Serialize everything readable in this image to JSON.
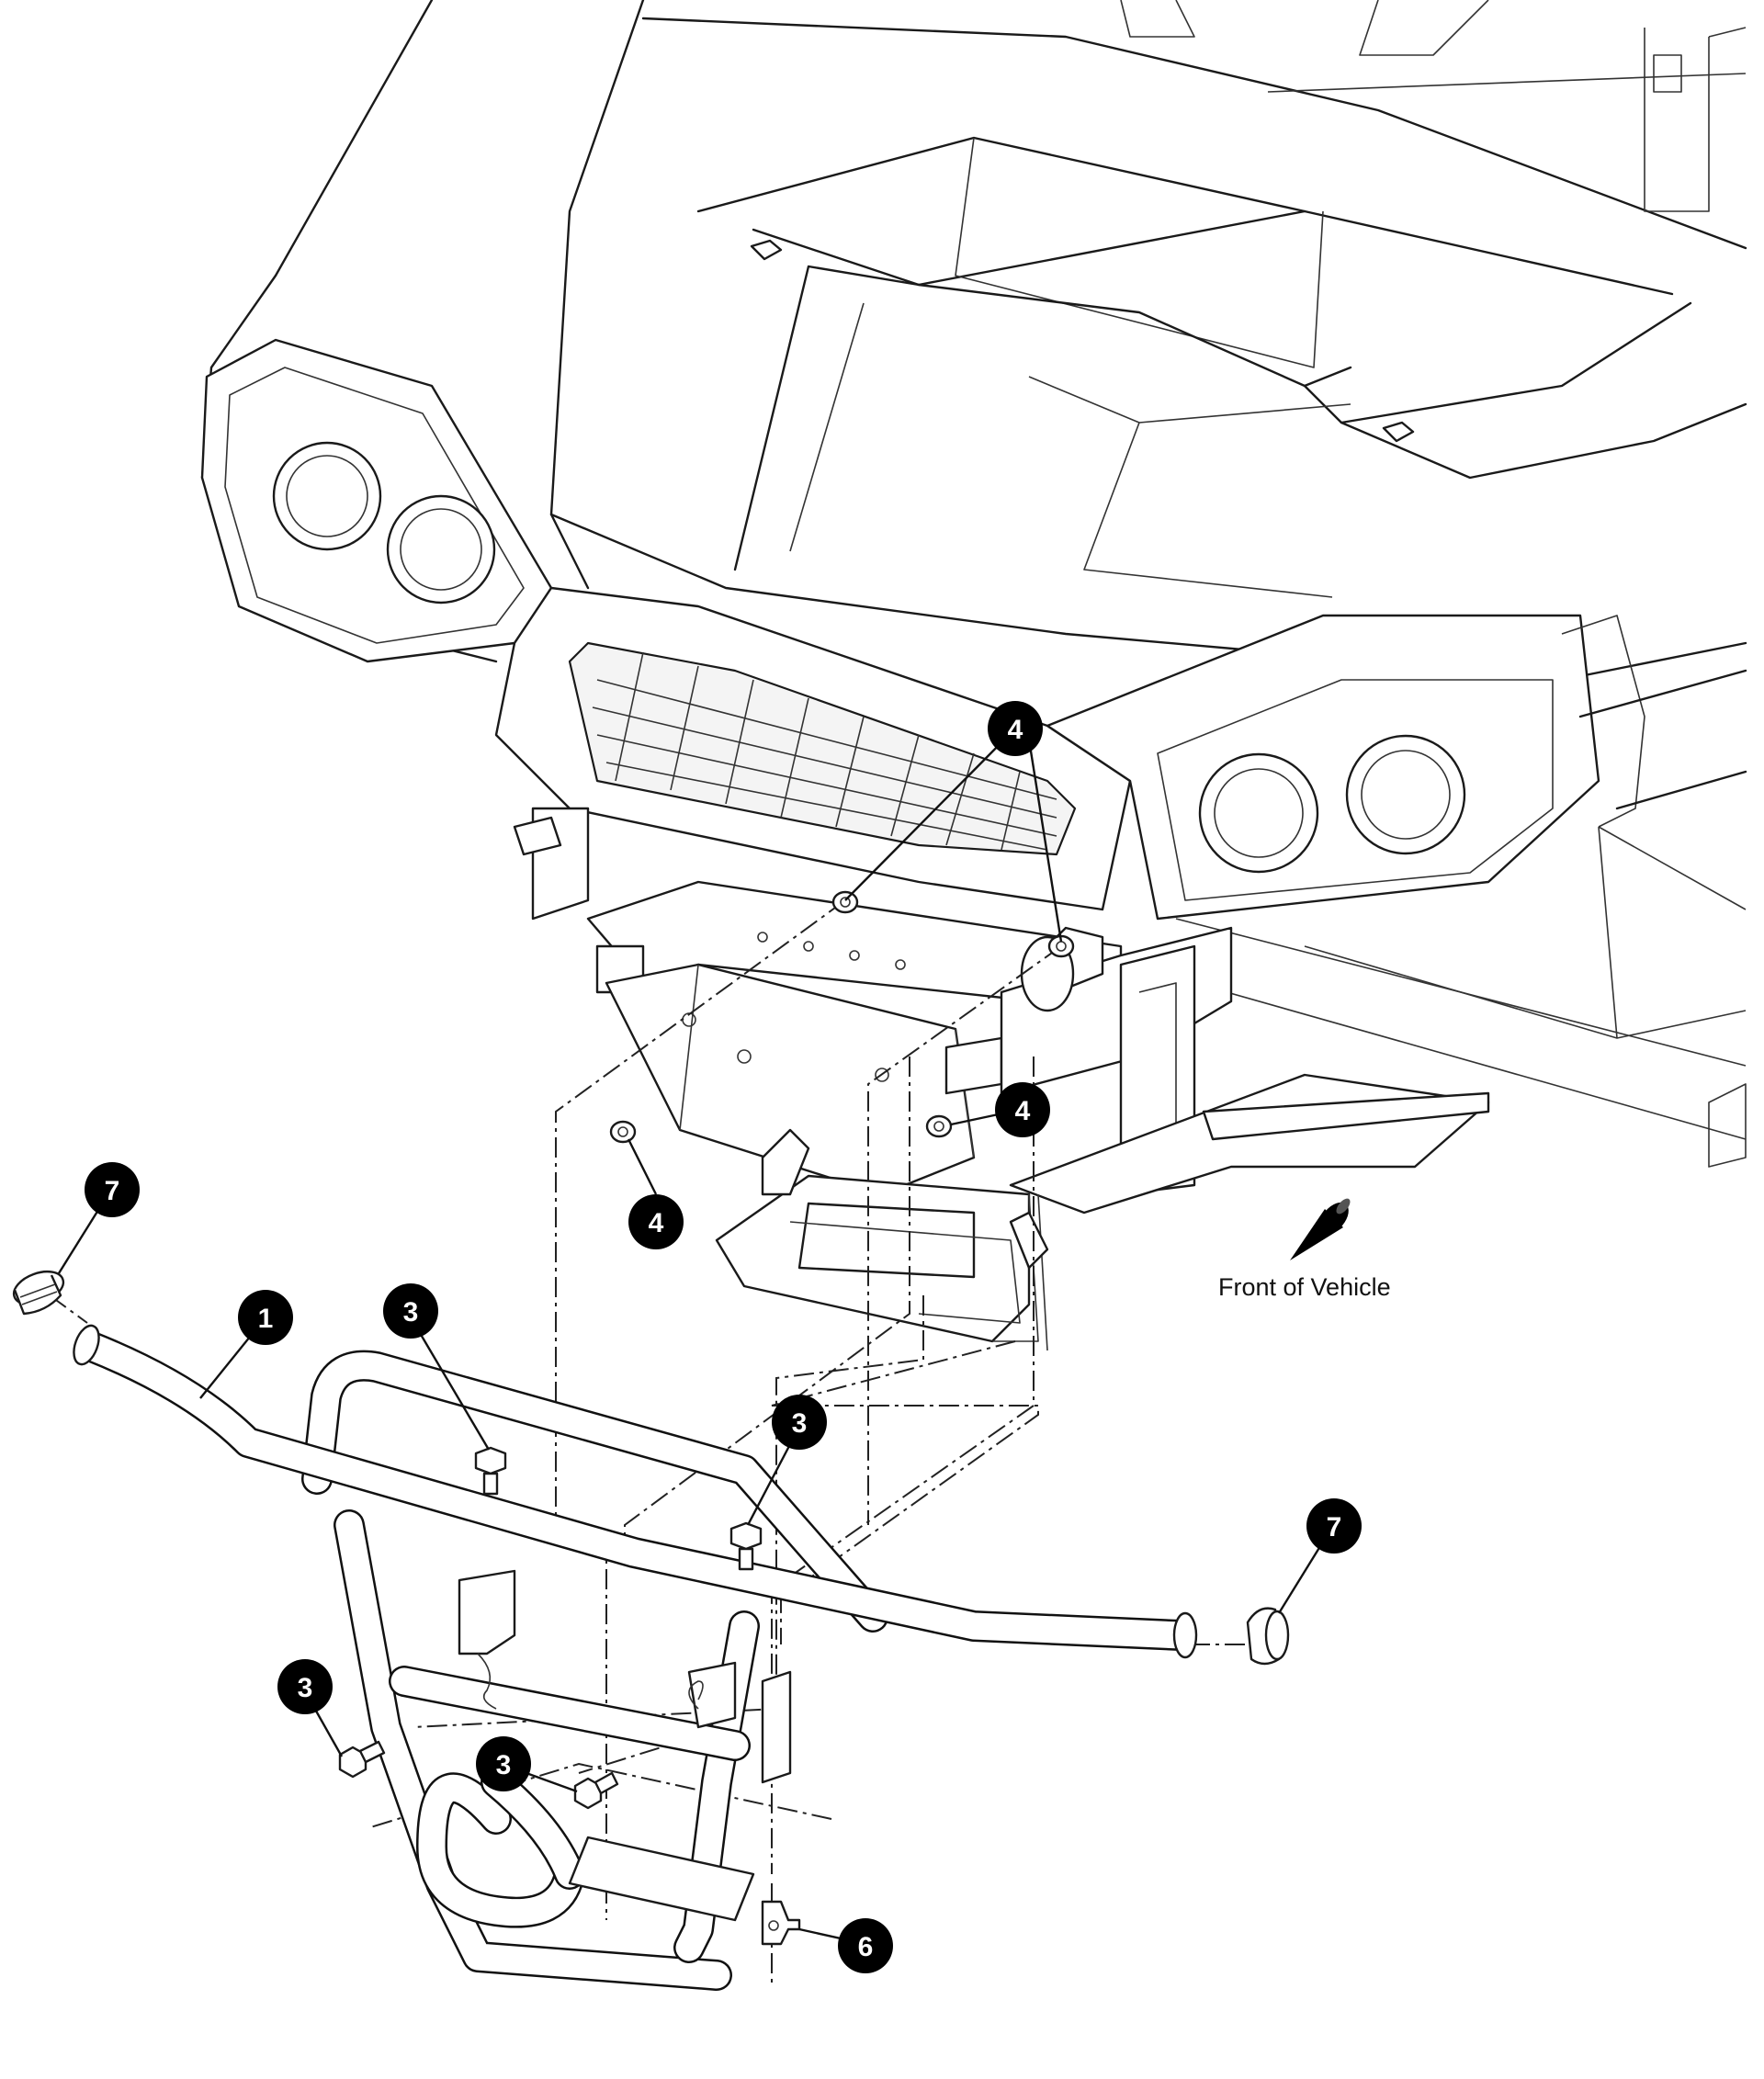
{
  "callouts": {
    "c1": "1",
    "c3a": "3",
    "c3b": "3",
    "c3c": "3",
    "c3d": "3",
    "c4a": "4",
    "c4b": "4",
    "c4c": "4",
    "c6": "6",
    "c7a": "7",
    "c7b": "7"
  },
  "direction_label": "Front of Vehicle",
  "icons": {
    "direction": "arrow-cone-icon"
  }
}
